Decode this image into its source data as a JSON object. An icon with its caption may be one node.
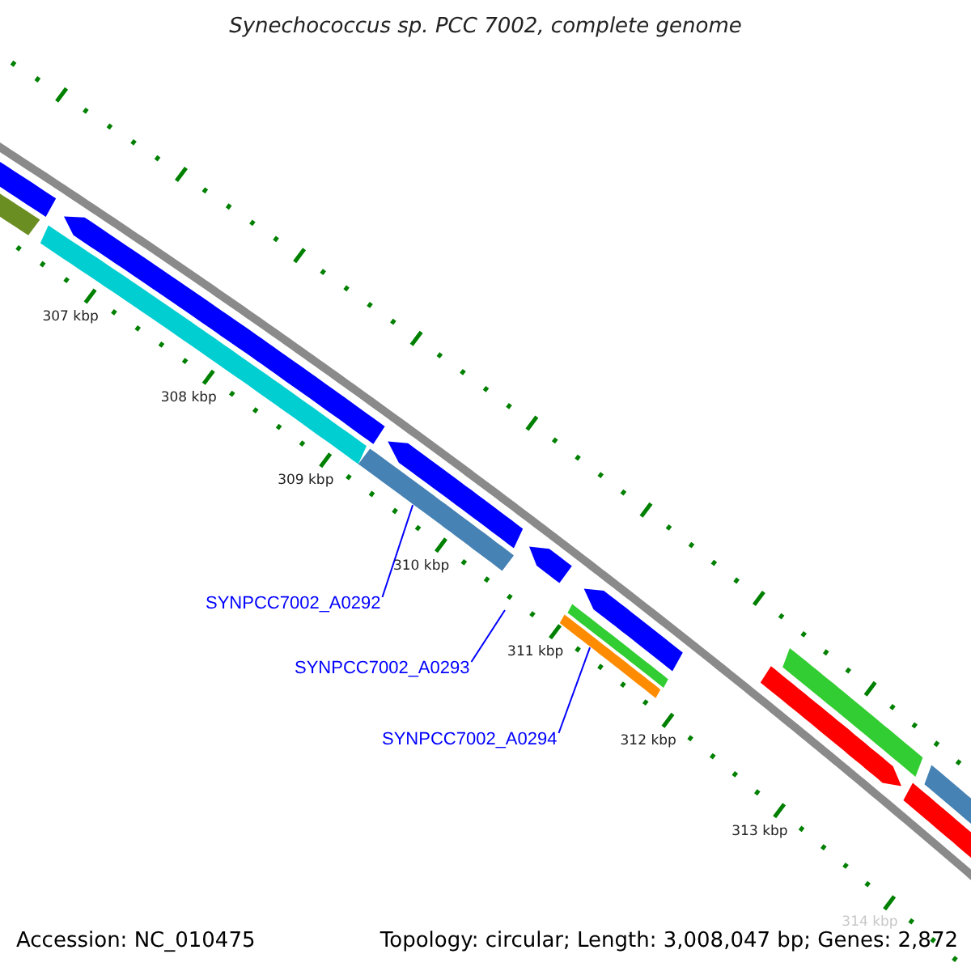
{
  "diagram": {
    "title": "Synechococcus sp. PCC 7002, complete genome",
    "nodes": [
      {
        "text": [
          "SYNPCC7002_A0292"
        ]
      },
      {
        "text": [
          "SYNPCC7002_A0293"
        ]
      },
      {
        "text": [
          "SYNPCC7002_A0294"
        ]
      },
      {
        "text": [],
        "shape": "bar"
      },
      {
        "text": [],
        "shape": "bar"
      }
    ],
    "edges": [
      {
        "from": 0,
        "to": 3,
        "arrow": "none"
      },
      {
        "from": 1,
        "to": null,
        "arrow": "none"
      },
      {
        "from": 2,
        "to": 4,
        "arrow": "none"
      }
    ],
    "labels": [
      "307 kbp",
      "308 kbp",
      "309 kbp",
      "310 kbp",
      "311 kbp",
      "312 kbp",
      "313 kbp",
      "314 kbp",
      "Accession: NC_010475",
      "Topology: circular; Length: 3,008,047 bp; Genes: 2,872"
    ]
  }
}
